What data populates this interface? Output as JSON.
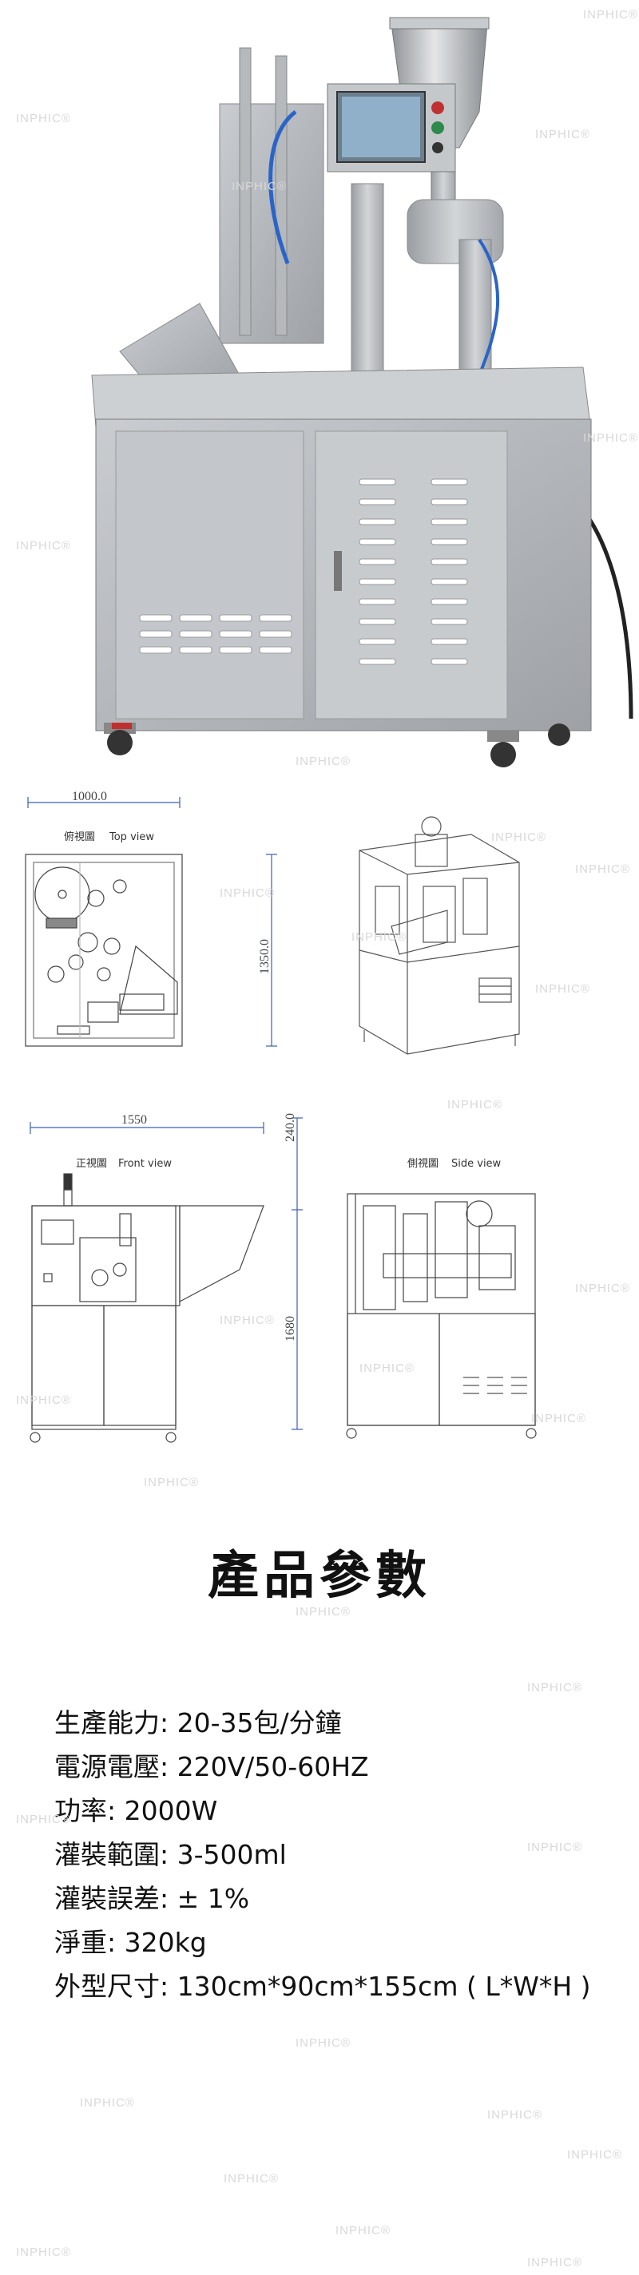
{
  "watermark": "INPHIC®",
  "drawings": {
    "top_view": {
      "dim_width": "1000.0",
      "dim_height": "1350.0",
      "label_cn": "俯視圖",
      "label_en": "Top view"
    },
    "front_view": {
      "dim_width": "1550",
      "dim_top": "240.0",
      "dim_height": "1680",
      "label_cn": "正視圖",
      "label_en": "Front view"
    },
    "side_view": {
      "label_cn": "側視圖",
      "label_en": "Side view"
    }
  },
  "params": {
    "title": "產品參數",
    "specs": [
      {
        "label": "生產能力:",
        "value": "20-35包/分鐘"
      },
      {
        "label": "電源電壓:",
        "value": "220V/50-60HZ"
      },
      {
        "label": "功率:",
        "value": "2000W"
      },
      {
        "label": "灌裝範圍:",
        "value": "3-500ml"
      },
      {
        "label": "灌裝誤差:",
        "value": "± 1%"
      },
      {
        "label": "淨重:",
        "value": "320kg"
      },
      {
        "label": "外型尺寸:",
        "value": "130cm*90cm*155cm ( L*W*H )"
      }
    ]
  }
}
